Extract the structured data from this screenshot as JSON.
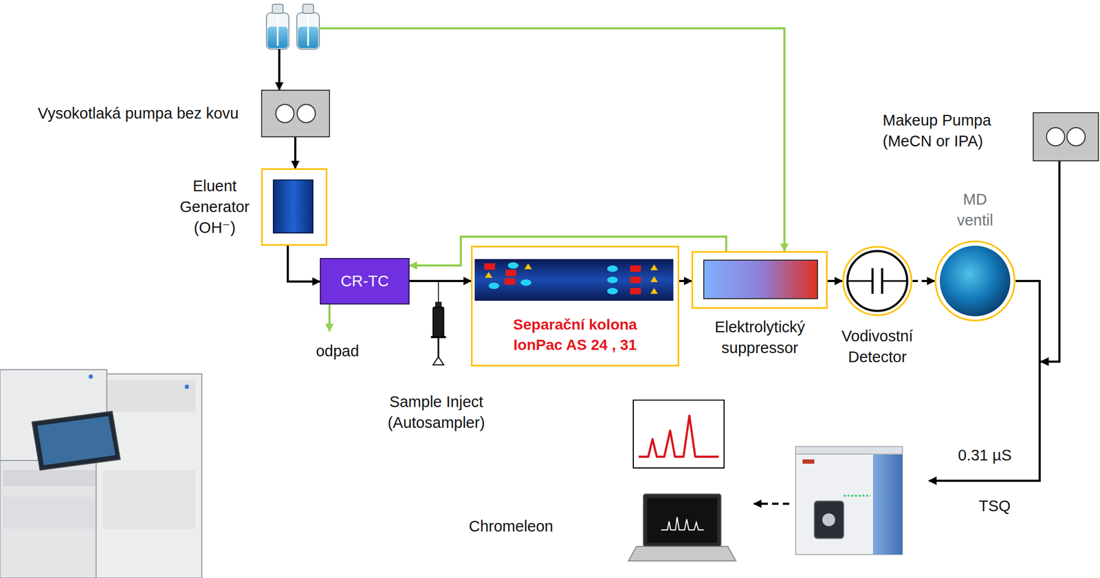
{
  "diagram": {
    "nodes": [
      {
        "text": [
          "Vysokotlaká pumpa bez kovu"
        ]
      },
      {
        "text": [
          "Eluent Generator (OH⁻)"
        ]
      },
      {
        "text": [
          "CR-TC"
        ]
      },
      {
        "text": [
          "Separační kolona IonPac AS 24 , 31"
        ]
      },
      {
        "text": [
          "Elektrolytický suppressor"
        ]
      },
      {
        "text": [
          "Vodivostní Detector"
        ]
      },
      {
        "text": [
          "MD ventil"
        ]
      },
      {
        "text": [
          "Makeup Pumpa (MeCN or IPA)"
        ]
      },
      {
        "text": [
          "TSQ"
        ]
      }
    ],
    "edges": [
      {
        "from": 0,
        "to": 1,
        "arrow": "to"
      },
      {
        "from": 1,
        "to": 2,
        "arrow": "to"
      },
      {
        "from": 2,
        "to": 3,
        "arrow": "to"
      },
      {
        "from": 3,
        "to": 4,
        "arrow": "to"
      },
      {
        "from": 4,
        "to": 5,
        "arrow": "to"
      },
      {
        "from": 5,
        "to": 6,
        "arrow": "to"
      },
      {
        "from": 4,
        "to": 2,
        "arrow": "to"
      },
      {
        "from": 6,
        "to": 8,
        "arrow": "to",
        "label": "0.31 µS"
      },
      {
        "from": 7,
        "to": 8,
        "arrow": "to"
      }
    ],
    "labels": [
      "odpad",
      "Sample Inject (Autosampler)",
      "Chromeleon"
    ]
  }
}
